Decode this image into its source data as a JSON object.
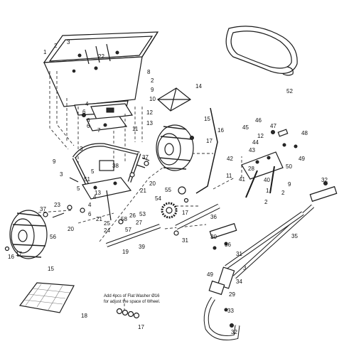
{
  "callouts": [
    "1",
    "2",
    "3",
    "22",
    "8",
    "2",
    "9",
    "10",
    "12",
    "13",
    "11",
    "7",
    "6",
    "4",
    "14",
    "15",
    "16",
    "17",
    "3",
    "9",
    "38",
    "37",
    "3",
    "51",
    "23",
    "4",
    "6",
    "26",
    "57",
    "58",
    "25",
    "24",
    "27",
    "53",
    "39",
    "19",
    "37",
    "20",
    "21",
    "56",
    "16",
    "17",
    "15",
    "20",
    "21",
    "54",
    "55",
    "17",
    "31",
    "30",
    "36",
    "35",
    "32",
    "36",
    "31",
    "45",
    "46",
    "47",
    "48",
    "12",
    "44",
    "43",
    "42",
    "28",
    "11",
    "41",
    "50",
    "40",
    "49",
    "9",
    "2",
    "1",
    "2",
    "3",
    "52",
    "49",
    "34",
    "29",
    "33",
    "32",
    "18",
    "17",
    "5",
    "5",
    "4",
    "13",
    "6",
    "6"
  ],
  "note": {
    "line1": "Add 4pcs of Flat Washer  Ø16",
    "line2": "for adjust the space of Wheel."
  },
  "icons": [
    "hopper",
    "bag-cover",
    "agitator-plate",
    "spinner-plate",
    "handle",
    "frame",
    "wheel",
    "wheel",
    "gear",
    "washers",
    "screen",
    "control-rod",
    "grip"
  ]
}
